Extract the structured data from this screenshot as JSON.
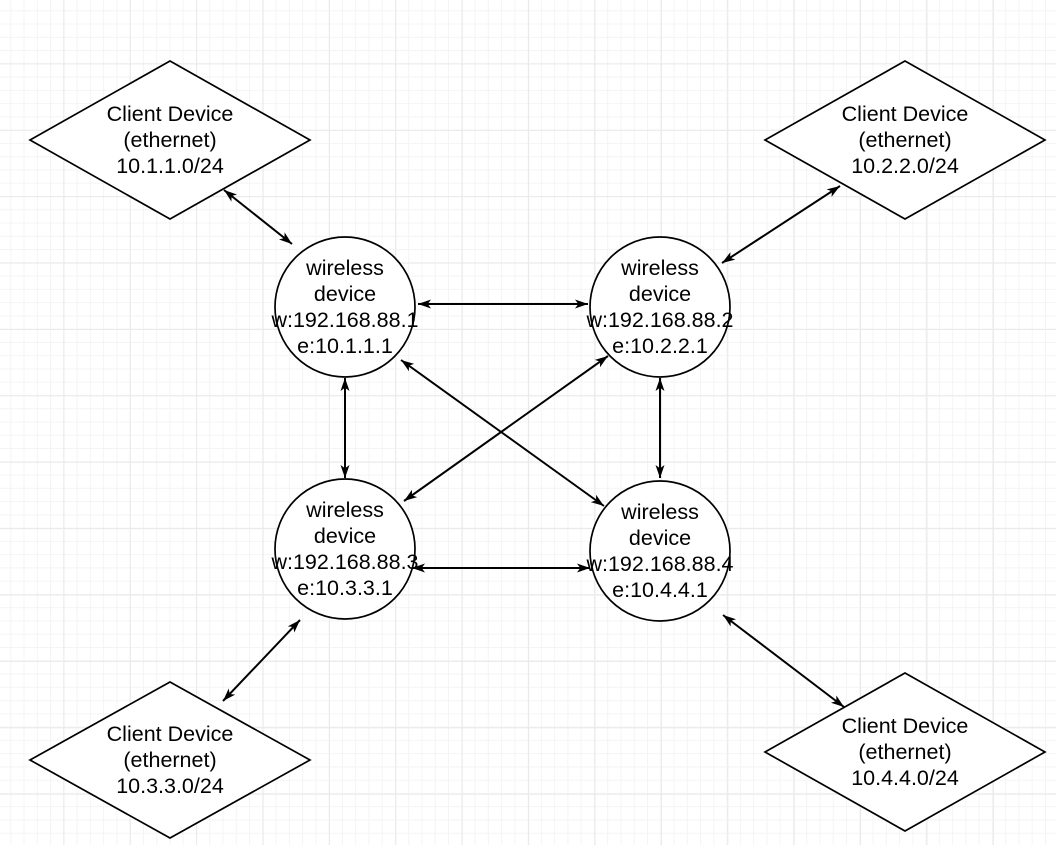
{
  "style": {
    "background": "#ffffff",
    "grid_minor": "#f4f4f4",
    "grid_major": "#e9e9e9",
    "stroke": "#000000",
    "shape_fill": "#ffffff",
    "text": "#000000"
  },
  "nodes": {
    "client_tl": {
      "shape": "diamond",
      "lines": [
        "Client Device",
        "(ethernet)",
        "10.1.1.0/24"
      ]
    },
    "client_tr": {
      "shape": "diamond",
      "lines": [
        "Client Device",
        "(ethernet)",
        "10.2.2.0/24"
      ]
    },
    "client_bl": {
      "shape": "diamond",
      "lines": [
        "Client Device",
        "(ethernet)",
        "10.3.3.0/24"
      ]
    },
    "client_br": {
      "shape": "diamond",
      "lines": [
        "Client Device",
        "(ethernet)",
        "10.4.4.0/24"
      ]
    },
    "wireless_1": {
      "shape": "circle",
      "lines": [
        "wireless",
        "device",
        "w:192.168.88.1",
        "e:10.1.1.1"
      ]
    },
    "wireless_2": {
      "shape": "circle",
      "lines": [
        "wireless",
        "device",
        "w:192.168.88.2",
        "e:10.2.2.1"
      ]
    },
    "wireless_3": {
      "shape": "circle",
      "lines": [
        "wireless",
        "device",
        "w:192.168.88.3",
        "e:10.3.3.1"
      ]
    },
    "wireless_4": {
      "shape": "circle",
      "lines": [
        "wireless",
        "device",
        "w:192.168.88.4",
        "e:10.4.4.1"
      ]
    }
  },
  "edges": [
    {
      "from": "client_tl",
      "to": "wireless_1",
      "arrows": "both"
    },
    {
      "from": "client_tr",
      "to": "wireless_2",
      "arrows": "both"
    },
    {
      "from": "client_bl",
      "to": "wireless_3",
      "arrows": "both"
    },
    {
      "from": "client_br",
      "to": "wireless_4",
      "arrows": "both"
    },
    {
      "from": "wireless_1",
      "to": "wireless_2",
      "arrows": "both"
    },
    {
      "from": "wireless_3",
      "to": "wireless_4",
      "arrows": "both"
    },
    {
      "from": "wireless_1",
      "to": "wireless_3",
      "arrows": "both"
    },
    {
      "from": "wireless_2",
      "to": "wireless_4",
      "arrows": "both"
    },
    {
      "from": "wireless_1",
      "to": "wireless_4",
      "arrows": "both"
    },
    {
      "from": "wireless_2",
      "to": "wireless_3",
      "arrows": "both"
    }
  ]
}
